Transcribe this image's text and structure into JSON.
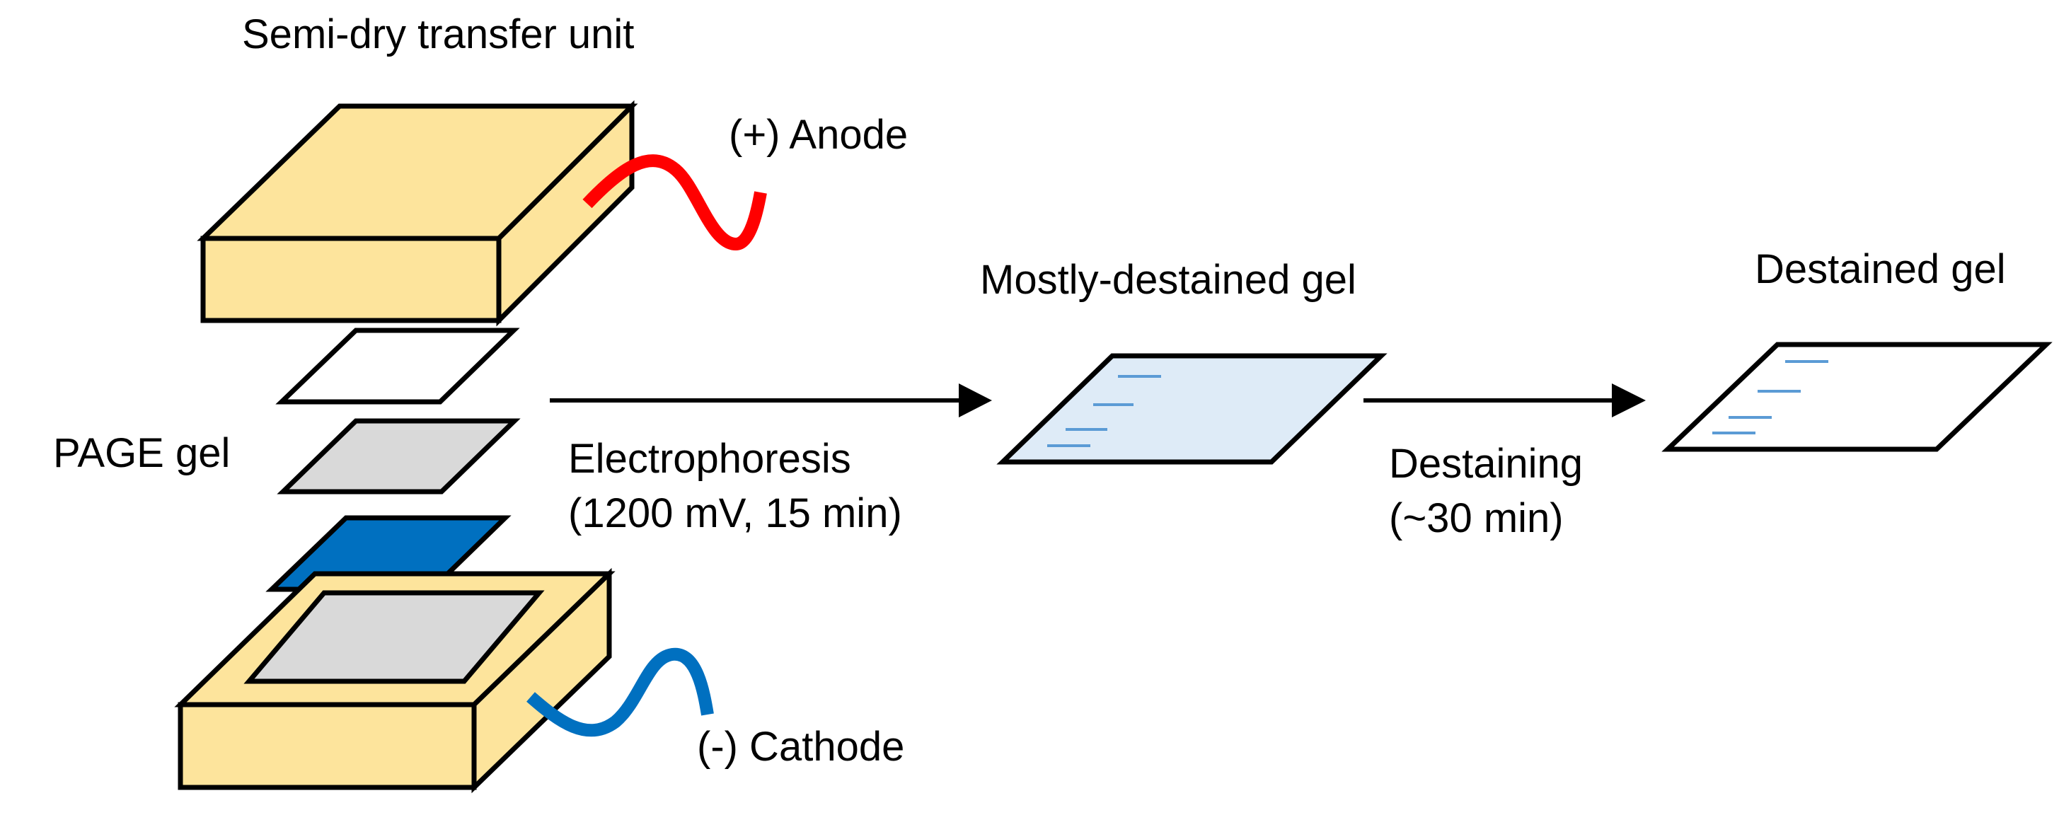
{
  "labels": {
    "transfer_unit": "Semi-dry transfer unit",
    "anode": "(+) Anode",
    "cathode": "(-) Cathode",
    "page_gel": "PAGE gel",
    "mostly_destained": "Mostly-destained gel",
    "destained": "Destained gel"
  },
  "steps": {
    "electrophoresis": {
      "name": "Electrophoresis",
      "condition": "(1200 mV, 15 min)"
    },
    "destaining": {
      "name": "Destaining",
      "condition": "(~30 min)"
    }
  },
  "colors": {
    "unit_fill": "#FDE49C",
    "outline": "#000000",
    "anode_wire": "#FF0000",
    "cathode_wire": "#0070C0",
    "filter_paper": "#FFFFFF",
    "gel_gray": "#D9D9D9",
    "membrane_blue": "#0070C0",
    "mostly_destained_fill": "#DEEBF7",
    "destained_fill": "#FFFFFF",
    "band": "#5B9BD5"
  }
}
